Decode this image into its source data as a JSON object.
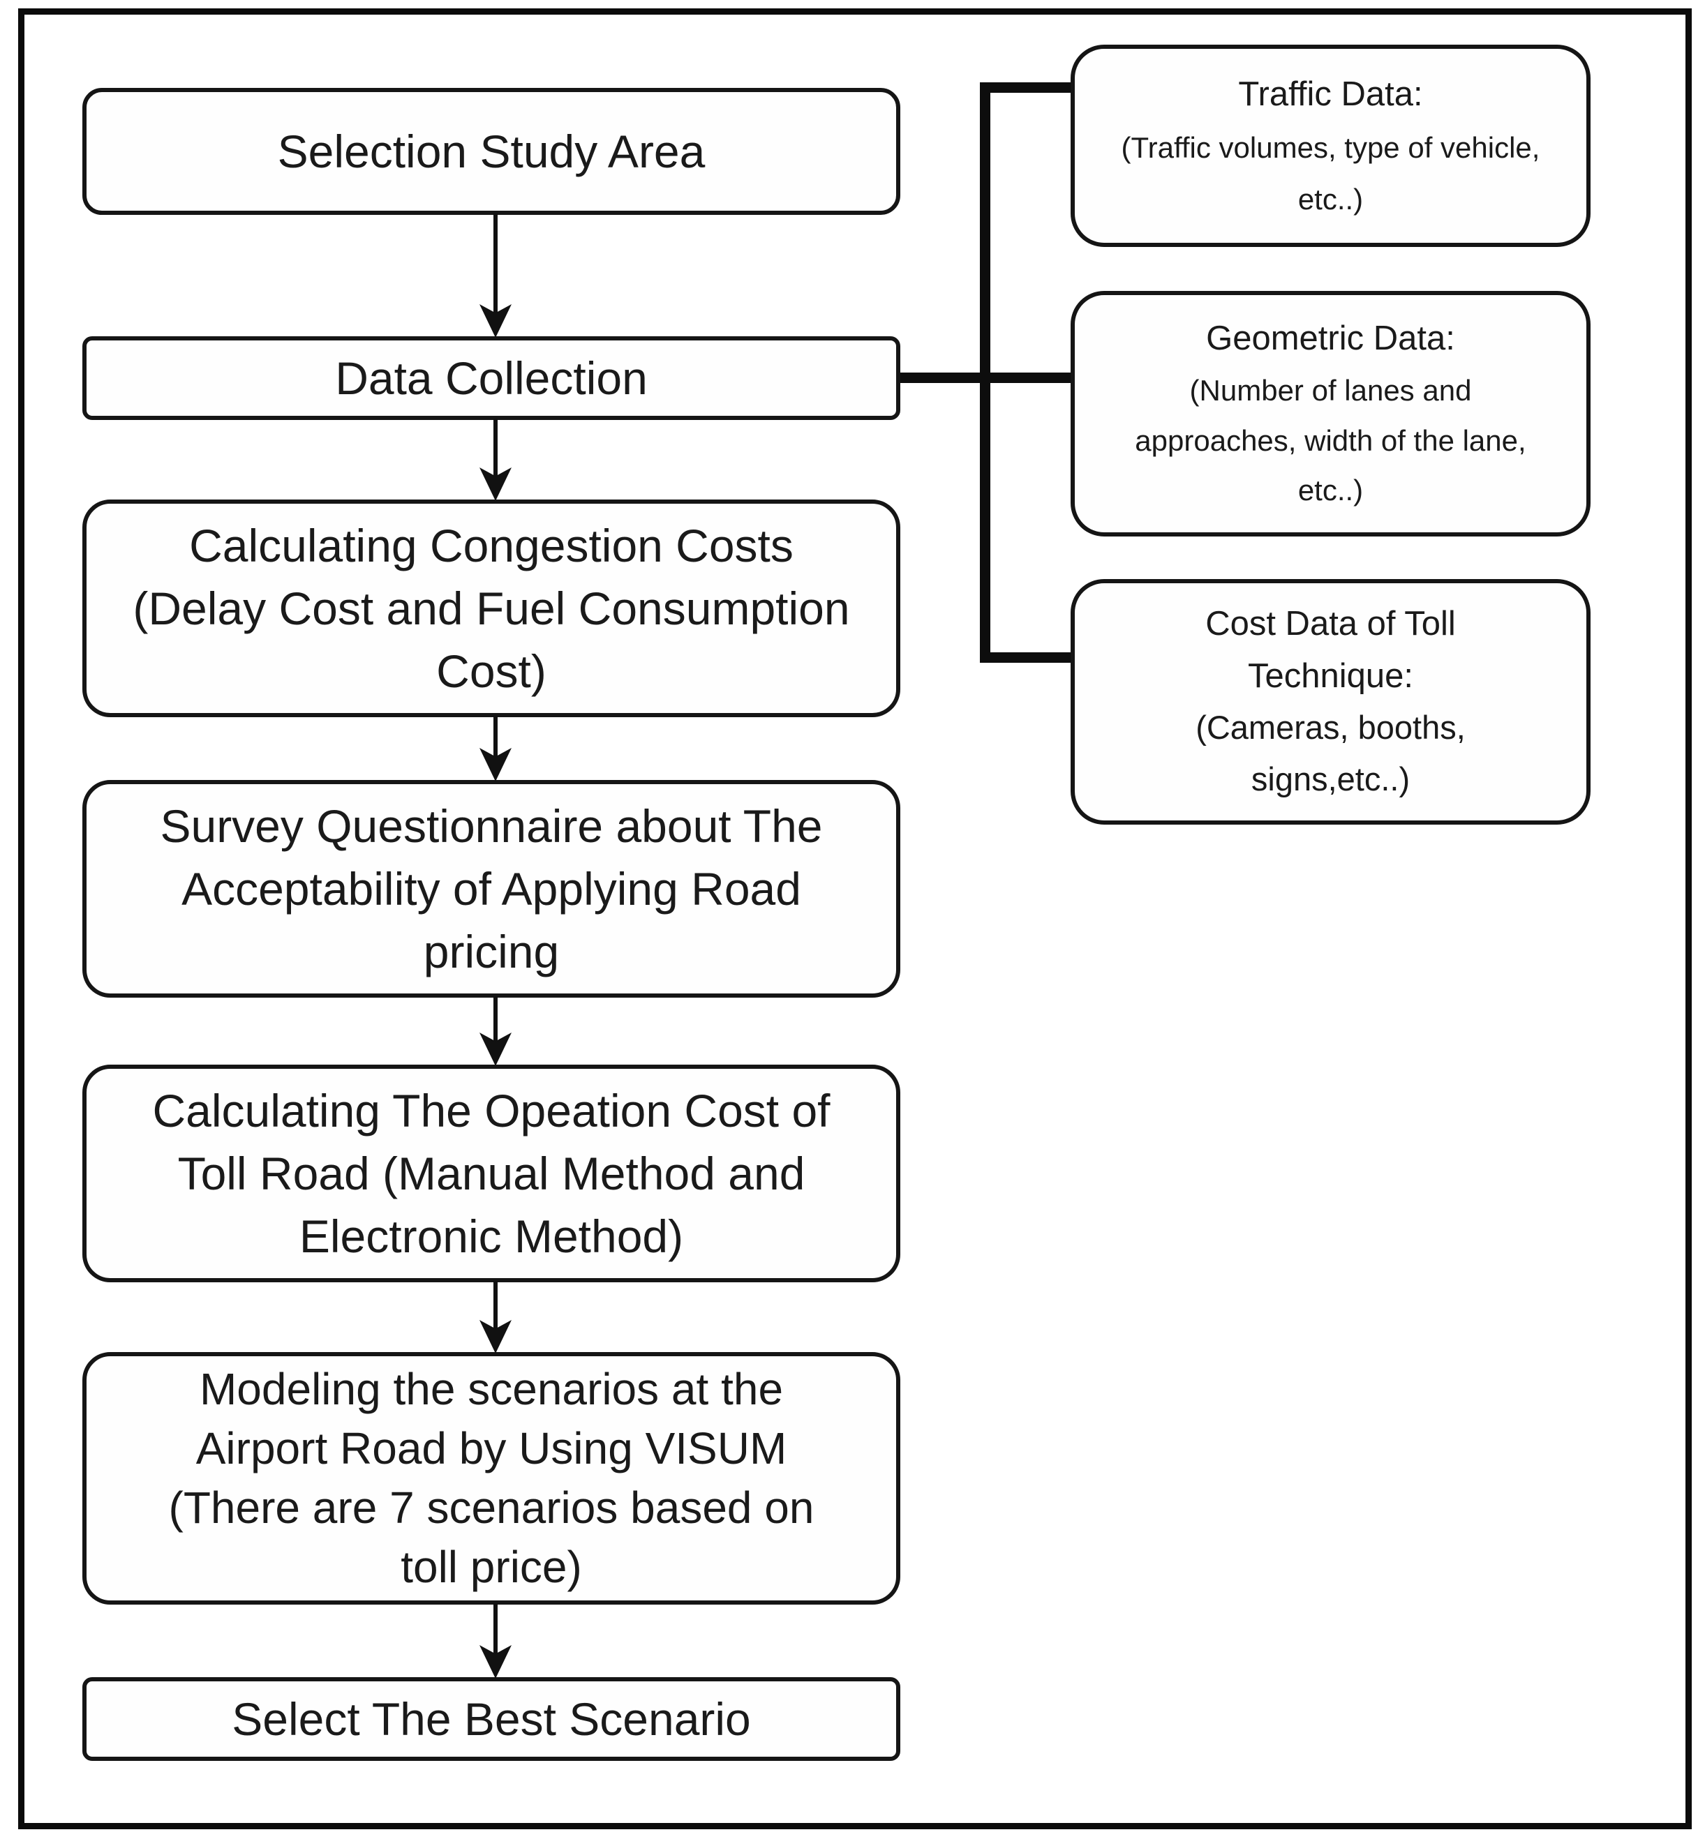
{
  "figure": {
    "type": "flowchart",
    "colors": {
      "line": "#0d0d0d",
      "text": "#1a1a1a",
      "background": "#ffffff"
    },
    "flow_steps": [
      {
        "lines": [
          "Selection Study Area"
        ]
      },
      {
        "lines": [
          "Data Collection"
        ]
      },
      {
        "lines": [
          "Calculating Congestion Costs",
          "(Delay Cost and Fuel Consumption",
          "Cost)"
        ]
      },
      {
        "lines": [
          "Survey Questionnaire about The",
          "Acceptability of Applying Road",
          "pricing"
        ]
      },
      {
        "lines": [
          "Calculating The Opeation Cost of",
          "Toll Road (Manual Method and",
          "Electronic Method)"
        ]
      },
      {
        "lines": [
          "Modeling the scenarios at the",
          "Airport Road by Using VISUM",
          "(There are 7 scenarios based on",
          "toll price)"
        ]
      },
      {
        "lines": [
          "Select The Best Scenario"
        ]
      }
    ],
    "data_sources": [
      {
        "title_lines": [
          "Traffic Data:"
        ],
        "detail_lines": [
          "(Traffic volumes, type of vehicle,",
          "etc..)"
        ]
      },
      {
        "title_lines": [
          "Geometric Data:"
        ],
        "detail_lines": [
          "(Number of lanes and",
          "approaches, width of the lane,",
          "etc..)"
        ]
      },
      {
        "title_lines": [
          "Cost Data of Toll",
          "Technique:"
        ],
        "detail_lines": [
          "(Cameras, booths,",
          "signs,etc..)"
        ]
      }
    ]
  }
}
